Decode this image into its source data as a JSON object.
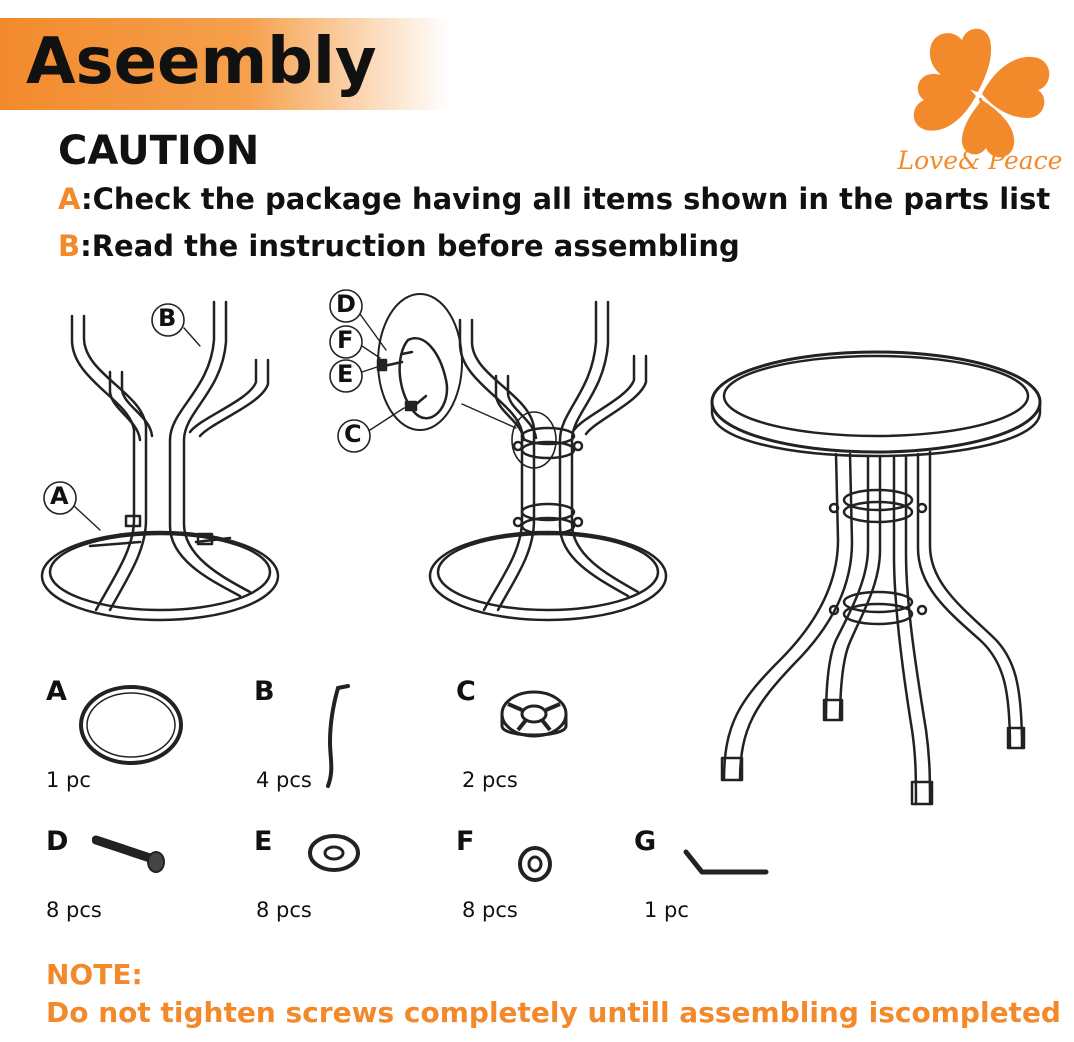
{
  "header": {
    "title": "Aseembly"
  },
  "logo": {
    "text": "Love& Peace",
    "color": "#f28a2c"
  },
  "caution": {
    "heading": "CAUTION",
    "items": [
      {
        "key": "A",
        "text": ":Check the package having all items shown in the parts list"
      },
      {
        "key": "B",
        "text": ":Read the instruction before assembling"
      }
    ]
  },
  "diagram_labels": {
    "fig1_a": "A",
    "fig1_b": "B",
    "fig2_d": "D",
    "fig2_f": "F",
    "fig2_e": "E",
    "fig2_c": "C"
  },
  "parts": [
    {
      "letter": "A",
      "qty": "1 pc",
      "icon": "base-ring-icon"
    },
    {
      "letter": "B",
      "qty": "4 pcs",
      "icon": "leg-tube-icon"
    },
    {
      "letter": "C",
      "qty": "2 pcs",
      "icon": "connector-hub-icon"
    },
    {
      "letter": "D",
      "qty": "8 pcs",
      "icon": "bolt-icon"
    },
    {
      "letter": "E",
      "qty": "8 pcs",
      "icon": "washer-icon"
    },
    {
      "letter": "F",
      "qty": "8 pcs",
      "icon": "nut-icon"
    },
    {
      "letter": "G",
      "qty": "1 pc",
      "icon": "allen-key-icon"
    }
  ],
  "note": {
    "title": "NOTE:",
    "text": "Do not tighten screws completely untill assembling iscompleted"
  },
  "colors": {
    "accent": "#f28a2c",
    "text": "#111111"
  }
}
